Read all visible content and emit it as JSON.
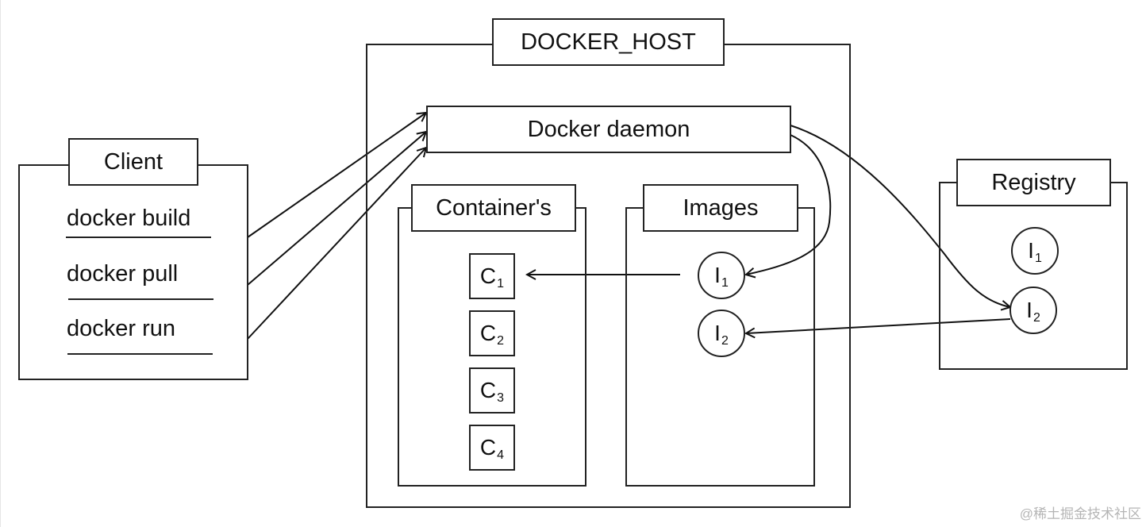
{
  "docker_host": {
    "title": "DOCKER_HOST",
    "daemon_label": "Docker daemon",
    "containers": {
      "title": "Container's",
      "items": [
        {
          "letter": "C",
          "index": "1"
        },
        {
          "letter": "C",
          "index": "2"
        },
        {
          "letter": "C",
          "index": "3"
        },
        {
          "letter": "C",
          "index": "4"
        }
      ]
    },
    "images": {
      "title": "Images",
      "items": [
        {
          "letter": "I",
          "index": "1"
        },
        {
          "letter": "I",
          "index": "2"
        }
      ]
    }
  },
  "client": {
    "title": "Client",
    "commands": [
      "docker build",
      "docker pull",
      "docker run"
    ]
  },
  "registry": {
    "title": "Registry",
    "items": [
      {
        "letter": "I",
        "index": "1"
      },
      {
        "letter": "I",
        "index": "2"
      }
    ]
  },
  "connections": [
    {
      "from": "docker build",
      "to": "Docker daemon"
    },
    {
      "from": "docker pull",
      "to": "Docker daemon"
    },
    {
      "from": "docker run",
      "to": "Docker daemon"
    },
    {
      "from": "Docker daemon",
      "to": "Images I1"
    },
    {
      "from": "Docker daemon",
      "to": "Registry I2"
    },
    {
      "from": "Images I1",
      "to": "Container C1"
    },
    {
      "from": "Registry I2",
      "to": "Images I2"
    }
  ],
  "watermark": "@稀土掘金技术社区"
}
